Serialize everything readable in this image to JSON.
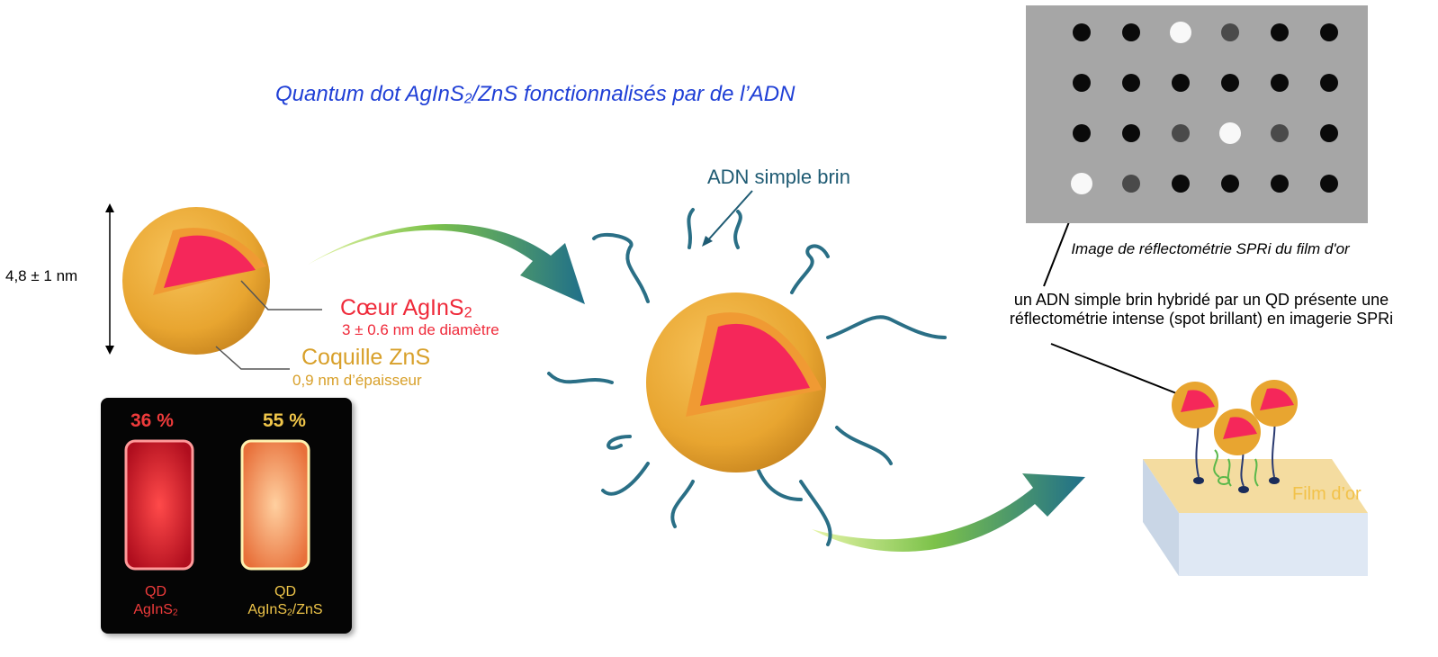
{
  "title": {
    "main": "Quantum dot AgInS",
    "sub": "2",
    "rest": "/ZnS fonctionnalisés par de l’ADN"
  },
  "size_label": "4,8 ± 1 nm",
  "core": {
    "label_main": "Cœur AgInS",
    "label_sub": "2",
    "detail": "3 ± 0.6 nm de diamètre"
  },
  "shell": {
    "label": "Coquille ZnS",
    "detail": "0,9 nm d’épaisseur"
  },
  "vials": {
    "left": {
      "percent": "36 %",
      "line1": "QD",
      "line2_main": "AgInS",
      "line2_sub": "2"
    },
    "right": {
      "percent": "55 %",
      "line1": "QD",
      "line2_main": "AgInS",
      "line2_sub": "2",
      "line2_rest": "/ZnS"
    }
  },
  "adn_label": "ADN simple brin",
  "spr": {
    "caption": "Image de réflectométrie SPRi du film d'or",
    "description": "un ADN simple brin hybridé par un QD présente une réflectométrie intense (spot brillant) en imagerie SPRi"
  },
  "film_label": "Film d’or",
  "spr_spots": [
    [
      "dark",
      "dark",
      "bright",
      "gray",
      "dark",
      "dark"
    ],
    [
      "dark",
      "dark",
      "dark",
      "dark",
      "dark",
      "dark"
    ],
    [
      "dark",
      "dark",
      "gray",
      "bright",
      "gray",
      "dark"
    ],
    [
      "bright",
      "gray",
      "dark",
      "dark",
      "dark",
      "dark"
    ]
  ],
  "colors": {
    "title": "#1f3fd6",
    "core": "#ef2a3a",
    "shell": "#d8a02a",
    "strand": "#2a6f86",
    "arrow_start": "#c8e86a",
    "arrow_end": "#1f6f8a",
    "film": "#f2c24a"
  }
}
